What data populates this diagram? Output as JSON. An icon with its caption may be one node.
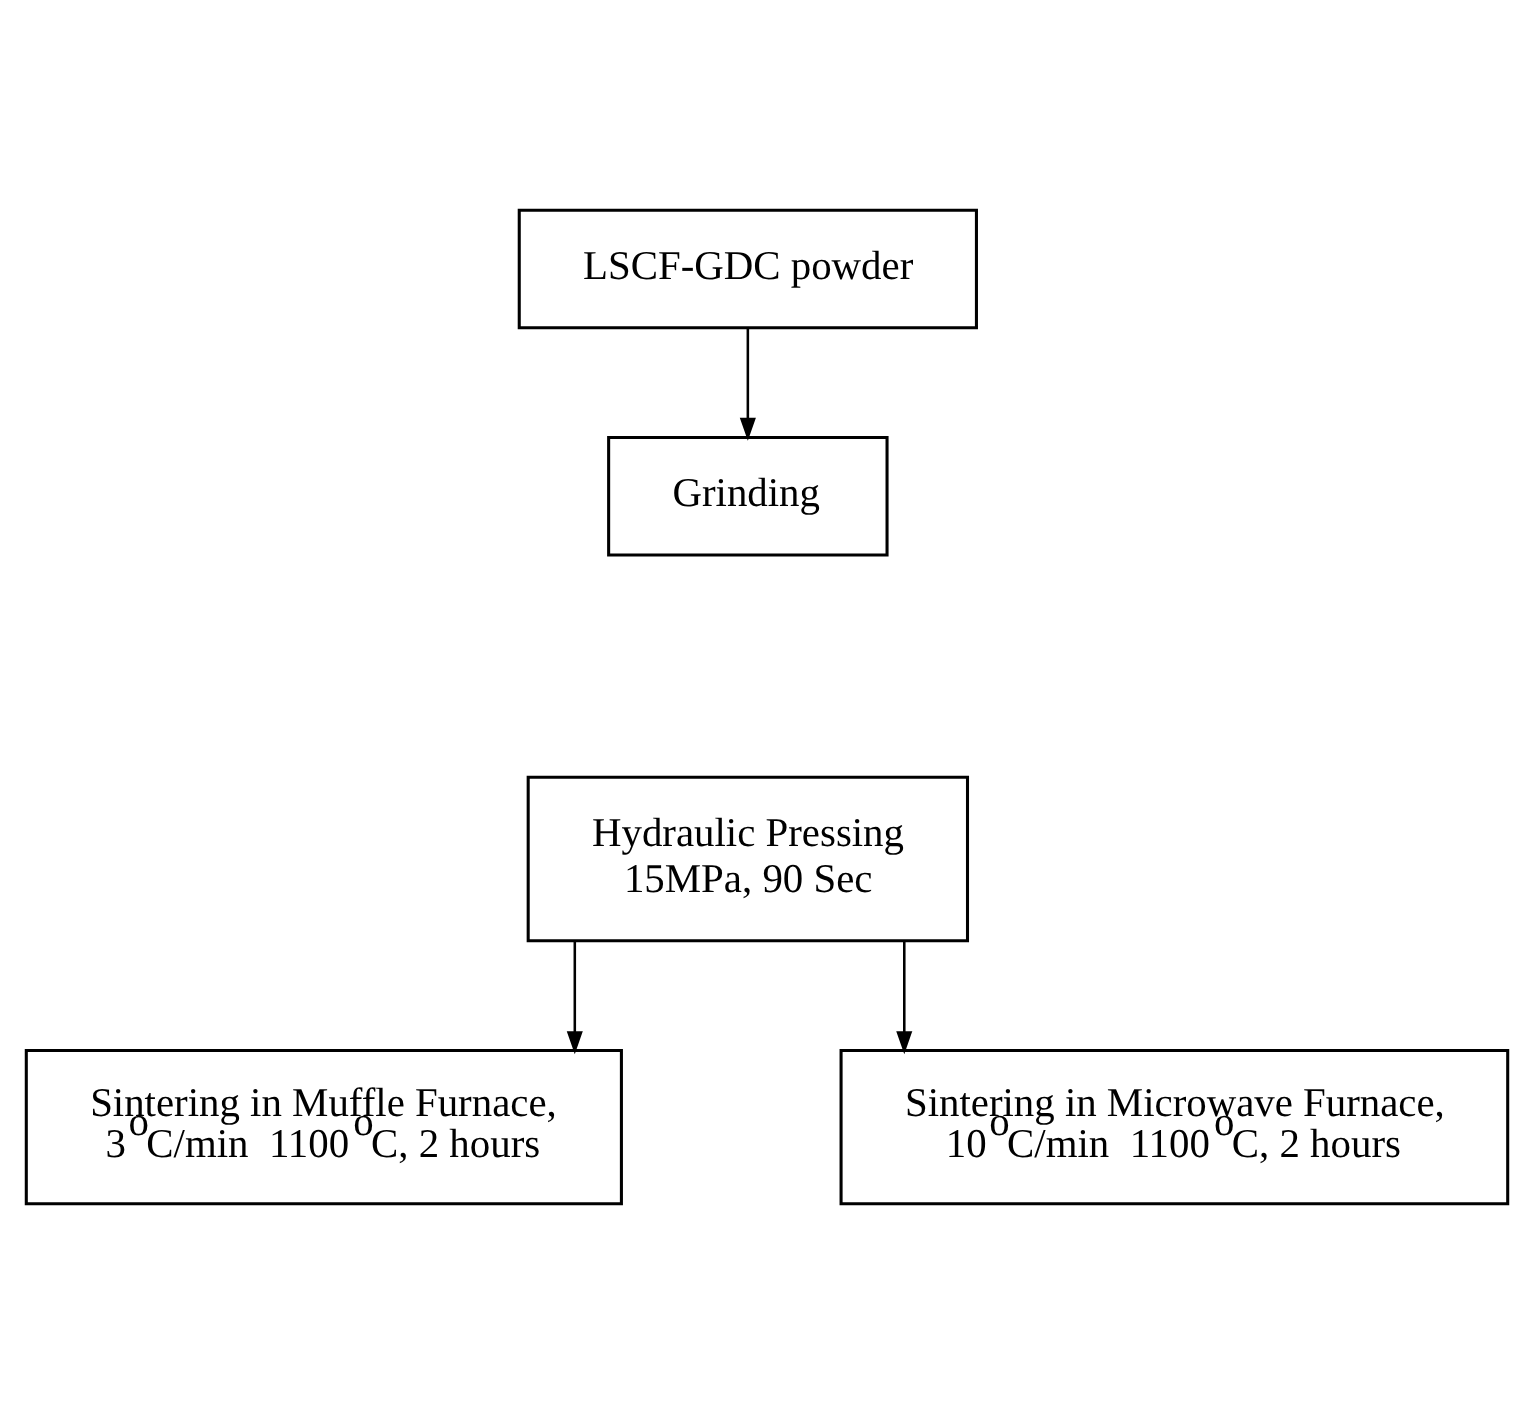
{
  "diagram": {
    "nodes": [
      {
        "text": [
          "LSCF-GDC powder"
        ]
      },
      {
        "text": [
          "Grinding"
        ]
      },
      {
        "text": [
          "Hydraulic Pressing",
          "15MPa, 90 Sec"
        ]
      },
      {
        "text": [
          "Sintering in Muffle Furnace,",
          "3$^{o}$C/min  1100$^{o}$C, 2 hours"
        ]
      },
      {
        "text": [
          "Sintering in Microwave Furnace,",
          "10$^{o}$C/min  1100$^{o}$C, 2 hours"
        ]
      }
    ],
    "edges": [
      {
        "from": 0,
        "to": 1,
        "arrow": "to"
      },
      {
        "from": 2,
        "to": 3,
        "arrow": "to"
      },
      {
        "from": 2,
        "to": 4,
        "arrow": "to"
      }
    ]
  }
}
